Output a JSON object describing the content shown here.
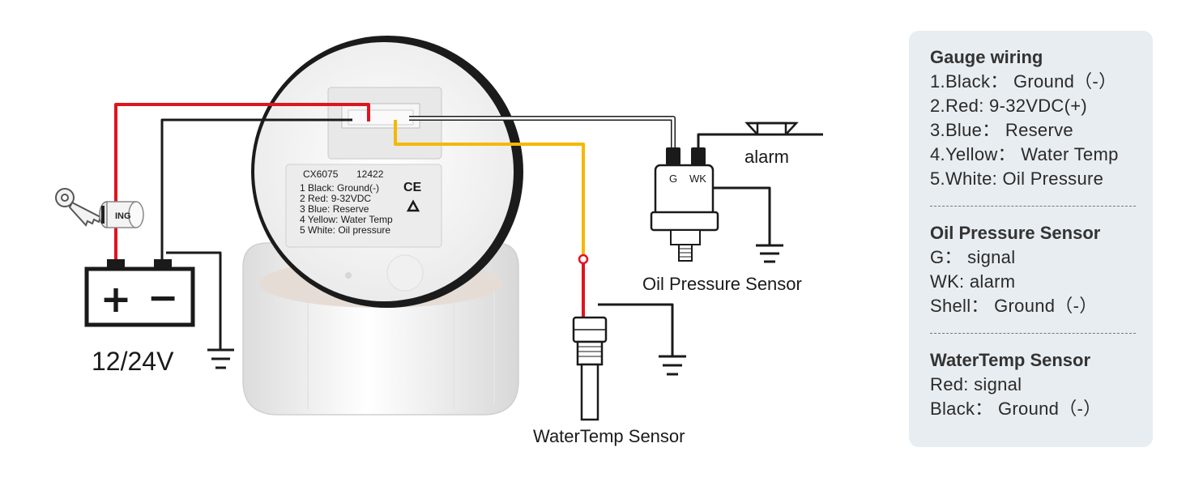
{
  "gauge_label": {
    "model": "CX6075",
    "code": "12422",
    "ce_mark": "CE",
    "lines": [
      "1 Black: Ground(-)",
      "2 Red: 9-32VDC",
      "3 Blue: Reserve",
      "4 Yellow: Water Temp",
      "5 White: Oil pressure"
    ]
  },
  "diagram": {
    "ignition_label": "ING",
    "battery_plus": "+",
    "battery_minus": "−",
    "voltage_label": "12/24V",
    "oil_sensor_label": "Oil Pressure Sensor",
    "oil_terminal_g": "G",
    "oil_terminal_wk": "WK",
    "alarm_label": "alarm",
    "water_sensor_label": "WaterTemp Sensor"
  },
  "panel": {
    "gauge_wiring": {
      "title": "Gauge wiring",
      "items": [
        "1.Black： Ground（-）",
        "2.Red: 9-32VDC(+)",
        "3.Blue： Reserve",
        "4.Yellow： Water Temp",
        "5.White: Oil Pressure"
      ]
    },
    "oil_pressure_sensor": {
      "title": "Oil Pressure Sensor",
      "items": [
        "G： signal",
        "WK: alarm",
        "Shell： Ground（-）"
      ]
    },
    "water_temp_sensor": {
      "title": "WaterTemp Sensor",
      "items": [
        "Red: signal",
        "Black： Ground（-）"
      ]
    }
  },
  "colors": {
    "wire_red": "#e0141e",
    "wire_black": "#1a1a1a",
    "wire_yellow": "#f5b800",
    "wire_white": "#ffffff",
    "panel_bg": "#e8edf1"
  }
}
